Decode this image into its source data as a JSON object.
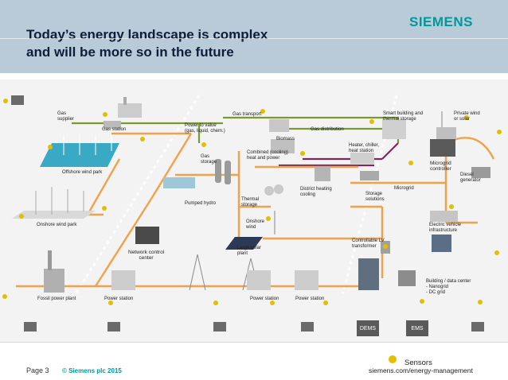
{
  "header": {
    "title_line1": "Today’s energy landscape is complex",
    "title_line2": "and will be more so in the future",
    "brand": "SIEMENS"
  },
  "diagram": {
    "labels": {
      "gas_supplier": "Gas\nsupplier",
      "gas_station": "Gas station",
      "power_to_value": "Power to value\n(gas, liquid, chem.)",
      "gas_transport": "Gas transport",
      "biomass": "Biomass",
      "gas_distribution": "Gas distribution",
      "smart_building": "Smart building and\nthermal storage",
      "private_wind": "Private wind\nor solar",
      "offshore_wind_park": "Offshore wind park",
      "gas_storage": "Gas\nstorage",
      "combined_heat": "Combined (cooling)\nheat and power",
      "heater": "Heater, chiller,\nheat station",
      "microgrid_controller": "Microgrid\ncontroller",
      "diesel": "Diesel\ngenerator",
      "pumped_hydro": "Pumped hydro",
      "thermal_storage": "Thermal\nstorage",
      "district_heating": "District heating\ncooling",
      "storage_solutions": "Storage\nsolutions",
      "microgrid": "Microgrid",
      "onshore_wind_park": "Onshore wind park",
      "onshore_wind": "Onshore\nwind",
      "electric_vehicle": "Electric vehicle\ninfrastructure",
      "network_control": "Network control\ncenter",
      "large_solar": "Large solar\nplant",
      "controllable_lv": "Controllable LV\ntransformer",
      "fossil_power_plant": "Fossil power plant",
      "power_station_1": "Power station",
      "power_station_2": "Power station",
      "power_station_3": "Power station",
      "building_dc": "Building / data center\n- Nanogrid\n- DC grid",
      "dems": "DEMS",
      "ems": "EMS"
    },
    "colors": {
      "power_line": "#f0a24a",
      "gas_line": "#7a9a2e",
      "heat_line": "#7a2a5a",
      "sensor": "#e0c000"
    }
  },
  "footer": {
    "page": "Page 3",
    "copyright": "© Siemens plc 2015",
    "sensors": "Sensors",
    "url": "siemens.com/energy-management"
  }
}
